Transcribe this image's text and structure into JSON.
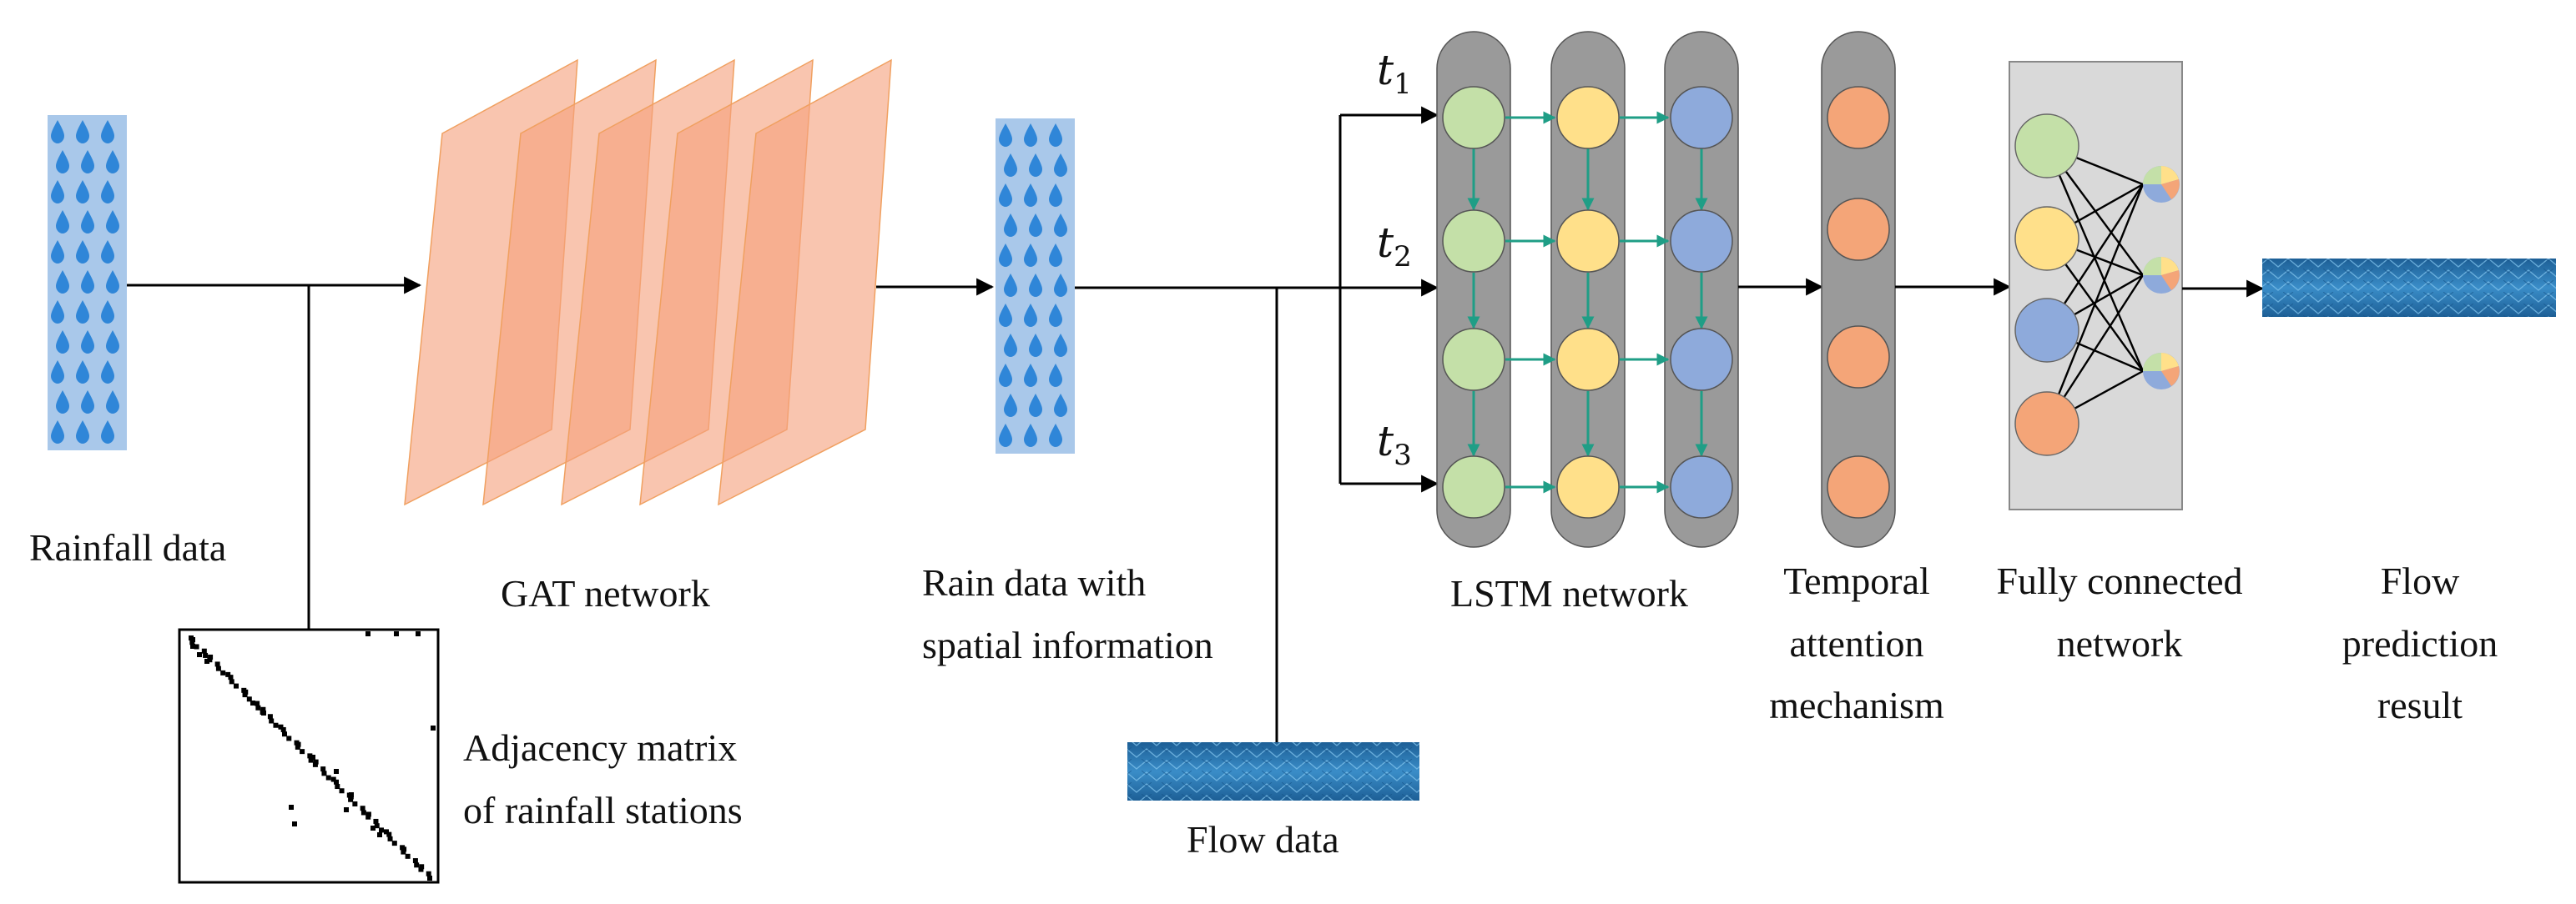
{
  "labels": {
    "rainfall_data": "Rainfall data",
    "gat_network": "GAT network",
    "rain_spatial_1": "Rain data with",
    "rain_spatial_2": "spatial information",
    "adjacency_1": "Adjacency matrix",
    "adjacency_2": "of rainfall stations",
    "flow_data": "Flow data",
    "lstm_network": "LSTM network",
    "temporal_1": "Temporal",
    "temporal_2": "attention",
    "temporal_3": "mechanism",
    "fc_1": "Fully connected",
    "fc_2": "network",
    "flow_pred_1": "Flow",
    "flow_pred_2": "prediction",
    "flow_pred_3": "result"
  },
  "time_steps": [
    {
      "base": "t",
      "sub": "1"
    },
    {
      "base": "t",
      "sub": "2"
    },
    {
      "base": "t",
      "sub": "3"
    }
  ],
  "colors": {
    "rain_block": "#a9c8ea",
    "raindrop": "#2f86d8",
    "gat_layer": "#f5a27e",
    "lstm_column": "#9a9a9a",
    "node_green": "#c4e0a8",
    "node_yellow": "#ffe08a",
    "node_blue": "#8eaadb",
    "node_orange": "#f4a578",
    "lstm_arrow": "#1f9e86",
    "fc_panel": "#d9d9d9",
    "flow_strip": "#2f7fb8"
  }
}
